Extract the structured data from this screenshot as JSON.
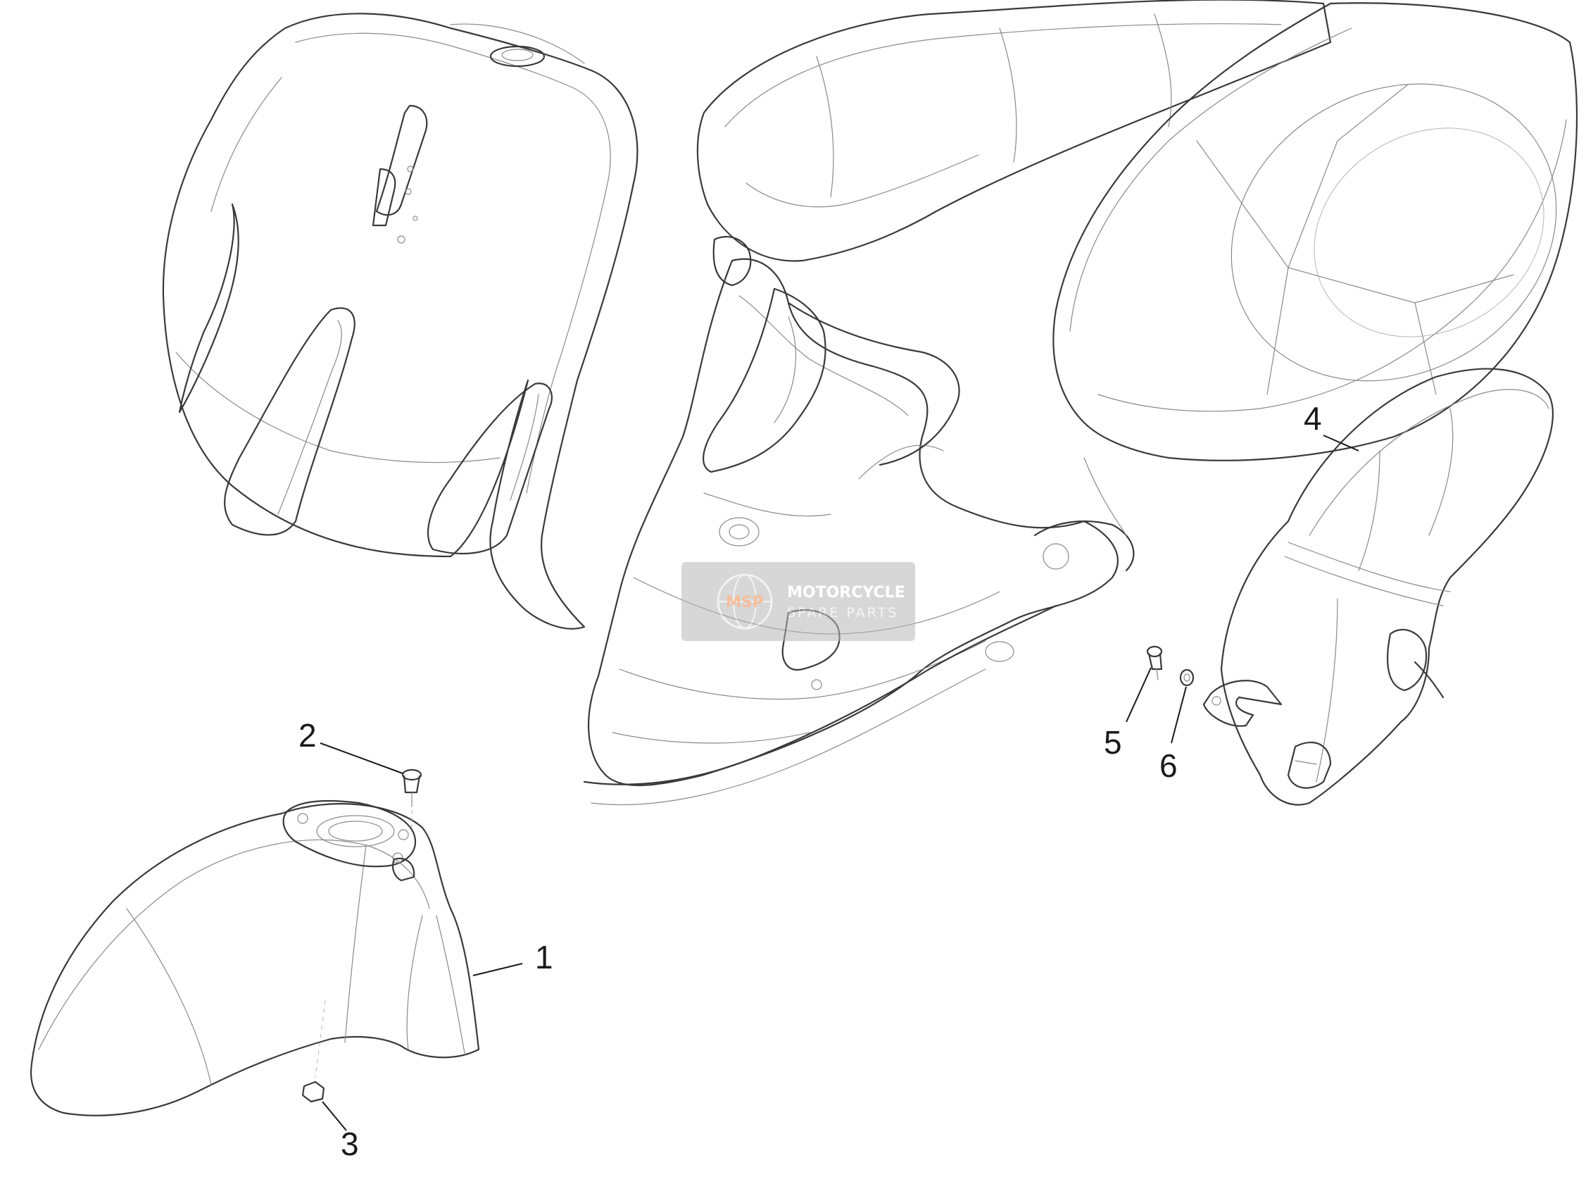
{
  "callouts": [
    {
      "id": "1",
      "label": "1"
    },
    {
      "id": "2",
      "label": "2"
    },
    {
      "id": "3",
      "label": "3"
    },
    {
      "id": "4",
      "label": "4"
    },
    {
      "id": "5",
      "label": "5"
    },
    {
      "id": "6",
      "label": "6"
    }
  ],
  "watermark": {
    "logo_text": "MSP",
    "brand_line1": "MOTORCYCLE",
    "brand_line2": "SPARE PARTS"
  }
}
